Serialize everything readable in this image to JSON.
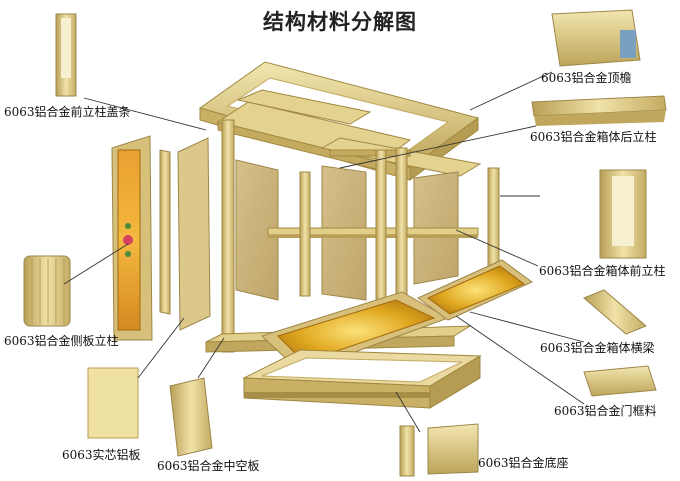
{
  "title": "结构材料分解图",
  "labels": {
    "front_column_cap": "6063铝合金前立柱盖条",
    "eave": "6063铝合金顶檐",
    "rear_column": "6063铝合金箱体后立柱",
    "front_column": "6063铝合金箱体前立柱",
    "side_panel_column": "6063铝合金侧板立柱",
    "crossbeam": "6063铝合金箱体横梁",
    "door_frame": "6063铝合金门框料",
    "solid_panel": "6063实芯铝板",
    "hollow_panel": "6063铝合金中空板",
    "base": "6063铝合金底座"
  },
  "colors": {
    "aluminum_gold": "#d8c37a",
    "aluminum_light": "#efe2a6",
    "aluminum_dark": "#a8914a",
    "panel": "#cdb57a",
    "door_gold": "#e0a820",
    "leader_line": "#333333"
  }
}
